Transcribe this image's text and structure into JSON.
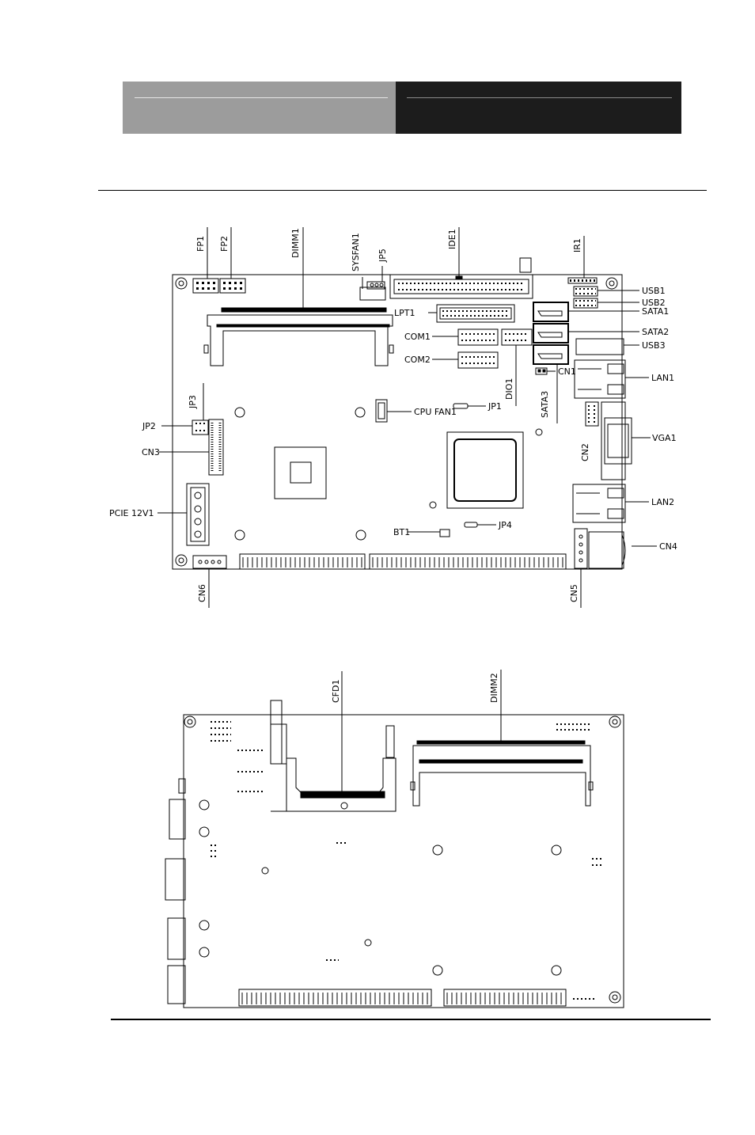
{
  "labels": {
    "fp1": "FP1",
    "fp2": "FP2",
    "dimm1": "DIMM1",
    "sysfan1": "SYSFAN1",
    "jp5": "JP5",
    "ide1": "IDE1",
    "ir1": "IR1",
    "usb1": "USB1",
    "usb2": "USB2",
    "sata1": "SATA1",
    "lpt1": "LPT1",
    "sata2": "SATA2",
    "com1": "COM1",
    "usb3": "USB3",
    "com2": "COM2",
    "cn1": "CN1",
    "lan1": "LAN1",
    "dio1": "DIO1",
    "sata3": "SATA3",
    "jp3": "JP3",
    "jp1": "JP1",
    "cpu_fan1": "CPU FAN1",
    "jp2": "JP2",
    "cn3": "CN3",
    "vga1": "VGA1",
    "cn2": "CN2",
    "pcie_12v1": "PCIE 12V1",
    "lan2": "LAN2",
    "bt1": "BT1",
    "jp4": "JP4",
    "cn4": "CN4",
    "cn6": "CN6",
    "cn5": "CN5",
    "cfd1": "CFD1",
    "dimm2": "DIMM2"
  }
}
